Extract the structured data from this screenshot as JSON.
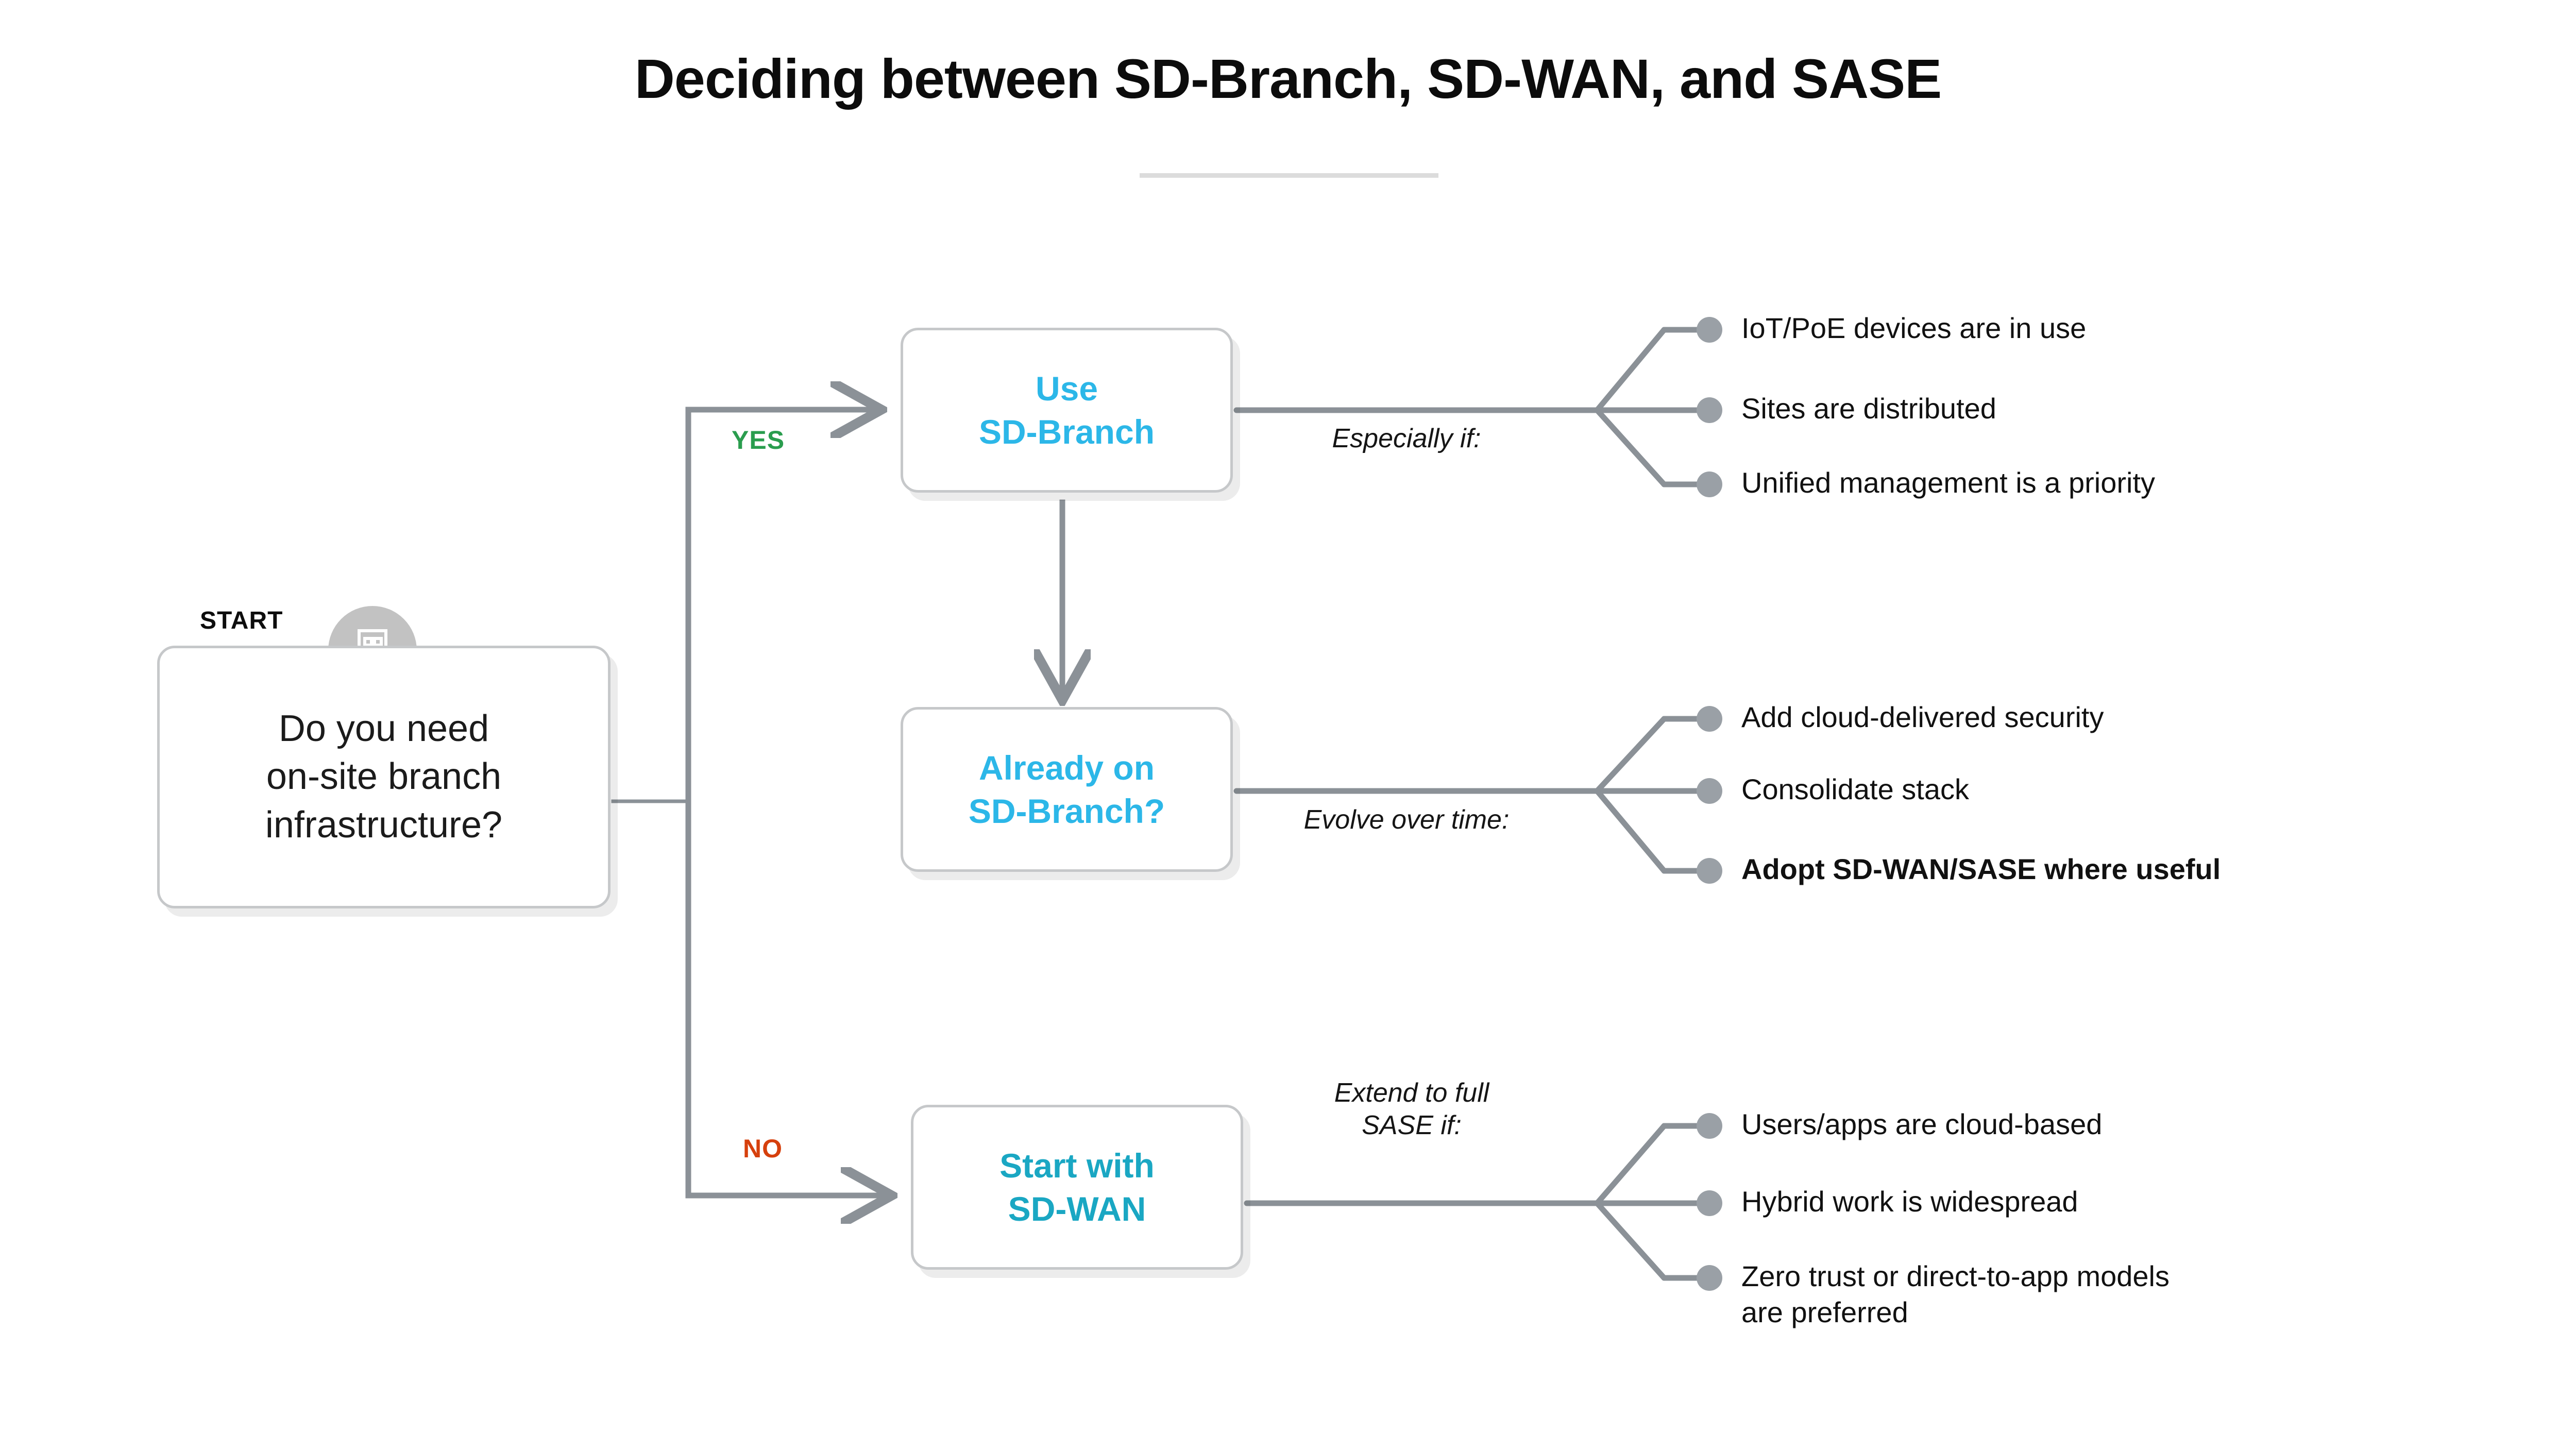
{
  "title": "Deciding between SD-Branch, SD-WAN, and SASE",
  "colors": {
    "sd_branch_cyan": "#2cb7e8",
    "sd_wan_teal": "#1aa7c3",
    "yes_green": "#2a9d4e",
    "no_red": "#d6400d",
    "connector_gray": "#8b9197",
    "node_border_gray": "#c6c8ca",
    "badge_gray": "#c2c2c2",
    "rule_gray": "#dcdcdc"
  },
  "start": {
    "caption": "START",
    "icon": "building-icon",
    "question": "Do you need\non-site branch\ninfrastructure?"
  },
  "edges": {
    "yes": "YES",
    "no": "NO"
  },
  "nodes": {
    "sd_branch": "Use\nSD-Branch",
    "already_sd_branch": "Already on\nSD-Branch?",
    "sd_wan": "Start with\nSD-WAN"
  },
  "branches": [
    {
      "id": "sd-branch-criteria",
      "label": "Especially if:",
      "items": [
        {
          "text": "IoT/PoE devices are in use",
          "bold": false
        },
        {
          "text": "Sites are distributed",
          "bold": false
        },
        {
          "text": "Unified management is a priority",
          "bold": false
        }
      ]
    },
    {
      "id": "evolve-criteria",
      "label": "Evolve over time:",
      "items": [
        {
          "text": "Add cloud-delivered security",
          "bold": false
        },
        {
          "text": "Consolidate stack",
          "bold": false
        },
        {
          "text": "Adopt SD-WAN/SASE where useful",
          "bold": true
        }
      ]
    },
    {
      "id": "sase-criteria",
      "label": "Extend to full\nSASE if:",
      "items": [
        {
          "text": "Users/apps are cloud-based",
          "bold": false
        },
        {
          "text": "Hybrid work is widespread",
          "bold": false
        },
        {
          "text": "Zero trust or direct-to-app models\nare preferred",
          "bold": false
        }
      ]
    }
  ]
}
